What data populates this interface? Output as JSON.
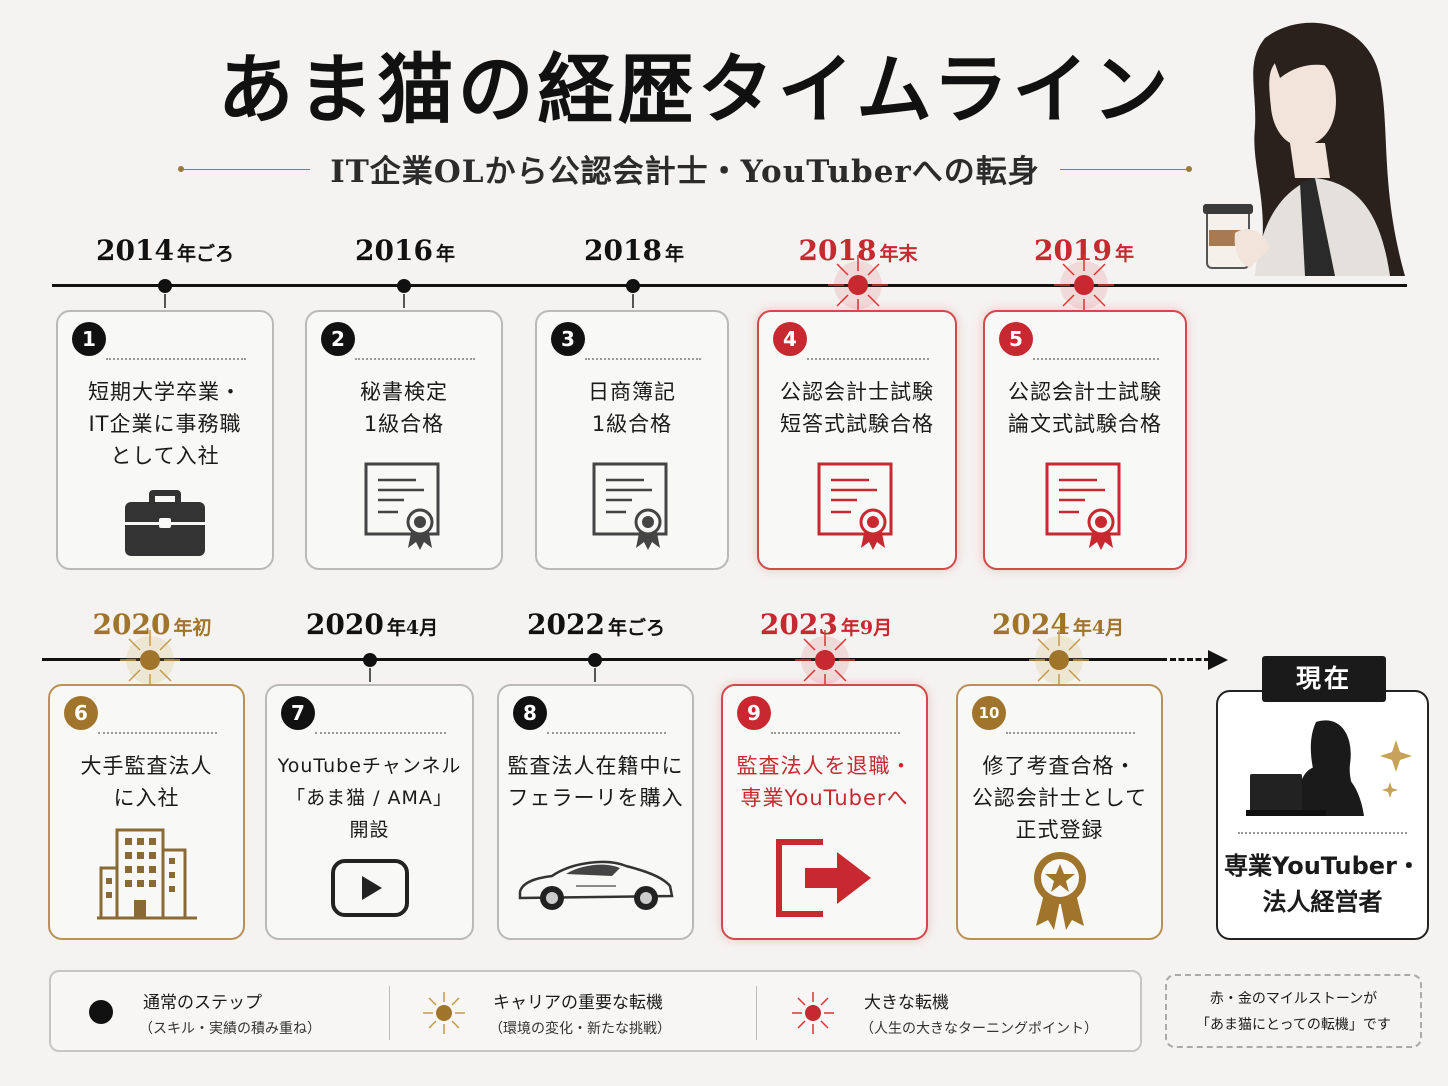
{
  "title": "あま猫の経歴タイムライン",
  "subtitle": "IT企業OLから公認会計士・YouTuberへの転身",
  "colors": {
    "black": "#111111",
    "red": "#c8282f",
    "gold": "#a0742a"
  },
  "milestones": [
    {
      "num": "1",
      "year": "2014",
      "suffix": "年ごろ",
      "type": "normal",
      "text": "短期大学卒業・\nIT企業に事務職\nとして入社",
      "icon": "briefcase-icon"
    },
    {
      "num": "2",
      "year": "2016",
      "suffix": "年",
      "type": "normal",
      "text": "秘書検定\n1級合格",
      "icon": "certificate-icon"
    },
    {
      "num": "3",
      "year": "2018",
      "suffix": "年",
      "type": "normal",
      "text": "日商簿記\n1級合格",
      "icon": "certificate-icon"
    },
    {
      "num": "4",
      "year": "2018",
      "suffix": "年末",
      "type": "major",
      "text": "公認会計士試験\n短答式試験合格",
      "icon": "certificate-icon"
    },
    {
      "num": "5",
      "year": "2019",
      "suffix": "年",
      "type": "major",
      "text": "公認会計士試験\n論文式試験合格",
      "icon": "certificate-icon"
    },
    {
      "num": "6",
      "year": "2020",
      "suffix": "年初",
      "type": "career",
      "text": "大手監査法人\nに入社",
      "icon": "office-building-icon"
    },
    {
      "num": "7",
      "year": "2020",
      "suffix": "年4月",
      "type": "normal",
      "text": "YouTubeチャンネル\n「あま猫 / AMA」\n開設",
      "icon": "play-button-icon"
    },
    {
      "num": "8",
      "year": "2022",
      "suffix": "年ごろ",
      "type": "normal",
      "text": "監査法人在籍中に\nフェラーリを購入",
      "icon": "sports-car-icon"
    },
    {
      "num": "9",
      "year": "2023",
      "suffix": "年9月",
      "type": "major",
      "text": "監査法人を退職・\n専業YouTuberへ",
      "icon": "exit-arrow-icon"
    },
    {
      "num": "10",
      "year": "2024",
      "suffix": "年4月",
      "type": "career",
      "text": "修了考査合格・\n公認会計士として\n正式登録",
      "icon": "award-medal-icon"
    }
  ],
  "now": {
    "label": "現在",
    "text": "専業YouTuber・\n法人経営者"
  },
  "legend": [
    {
      "title": "通常のステップ",
      "sub": "（スキル・実績の積み重ね）"
    },
    {
      "title": "キャリアの重要な転機",
      "sub": "（環境の変化・新たな挑戦）"
    },
    {
      "title": "大きな転機",
      "sub": "（人生の大きなターニングポイント）"
    }
  ],
  "note": "赤・金のマイルストーンが\n「あま猫にとっての転機」です"
}
